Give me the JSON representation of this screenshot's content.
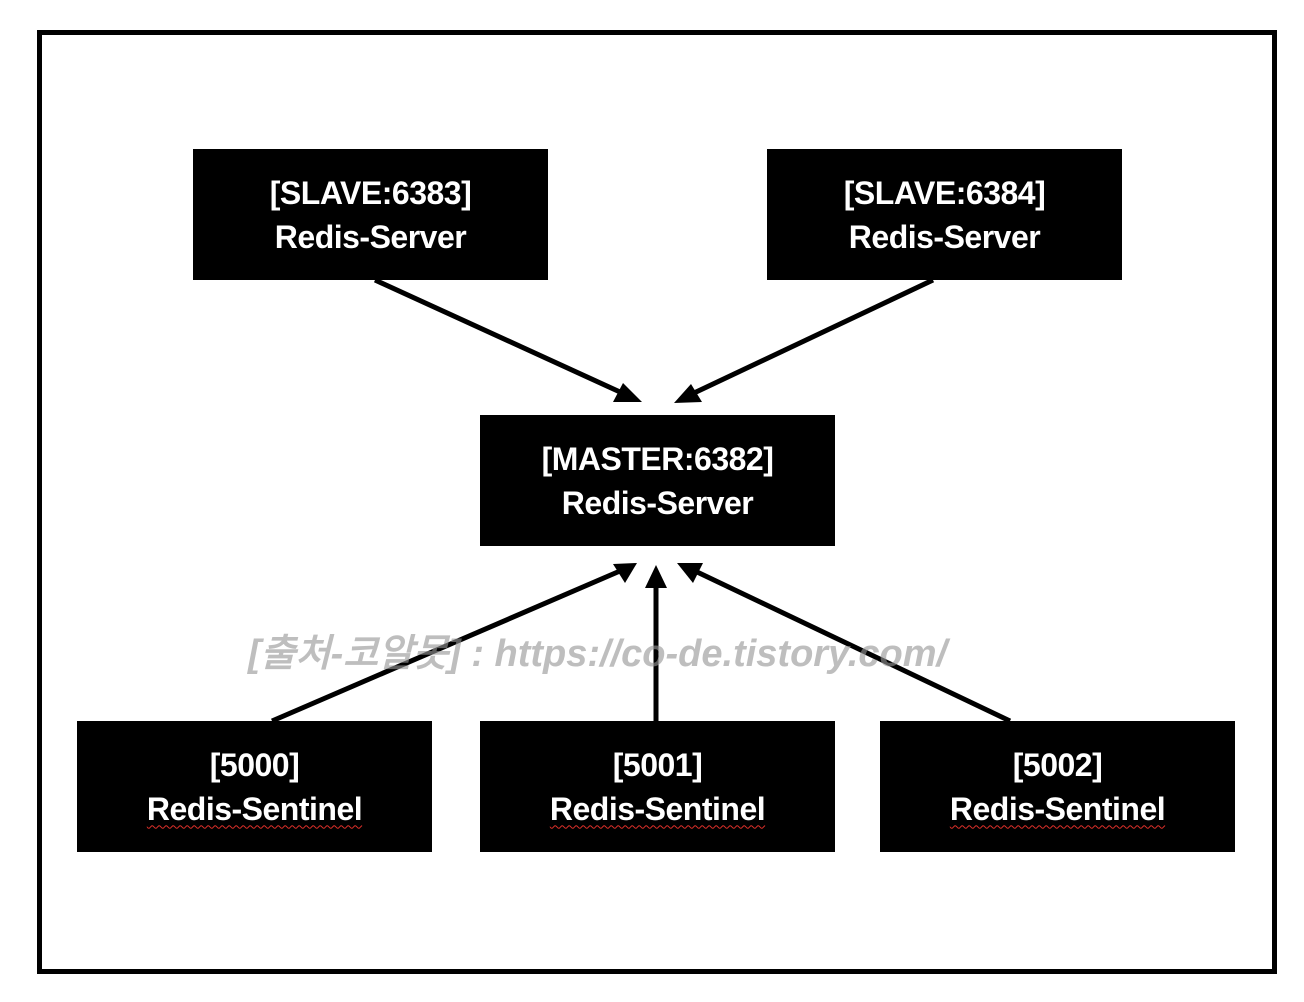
{
  "diagram": {
    "nodes": {
      "slave_6383": {
        "line1": "[SLAVE:6383]",
        "line2": "Redis-Server"
      },
      "slave_6384": {
        "line1": "[SLAVE:6384]",
        "line2": "Redis-Server"
      },
      "master_6382": {
        "line1": "[MASTER:6382]",
        "line2": "Redis-Server"
      },
      "sentinel_5000": {
        "line1": "[5000]",
        "line2": "Redis-Sentinel"
      },
      "sentinel_5001": {
        "line1": "[5001]",
        "line2": "Redis-Sentinel"
      },
      "sentinel_5002": {
        "line1": "[5002]",
        "line2": "Redis-Sentinel"
      }
    },
    "edges": [
      {
        "from": "slave_6383",
        "to": "master_6382"
      },
      {
        "from": "slave_6384",
        "to": "master_6382"
      },
      {
        "from": "sentinel_5000",
        "to": "master_6382"
      },
      {
        "from": "sentinel_5001",
        "to": "master_6382"
      },
      {
        "from": "sentinel_5002",
        "to": "master_6382"
      }
    ],
    "watermark": "[출처-코알못] : https://co-de.tistory.com/",
    "colors": {
      "node_fill": "#000000",
      "node_text": "#ffffff",
      "arrow": "#000000",
      "frame": "#000000",
      "spell_underline": "#e0302a"
    }
  }
}
